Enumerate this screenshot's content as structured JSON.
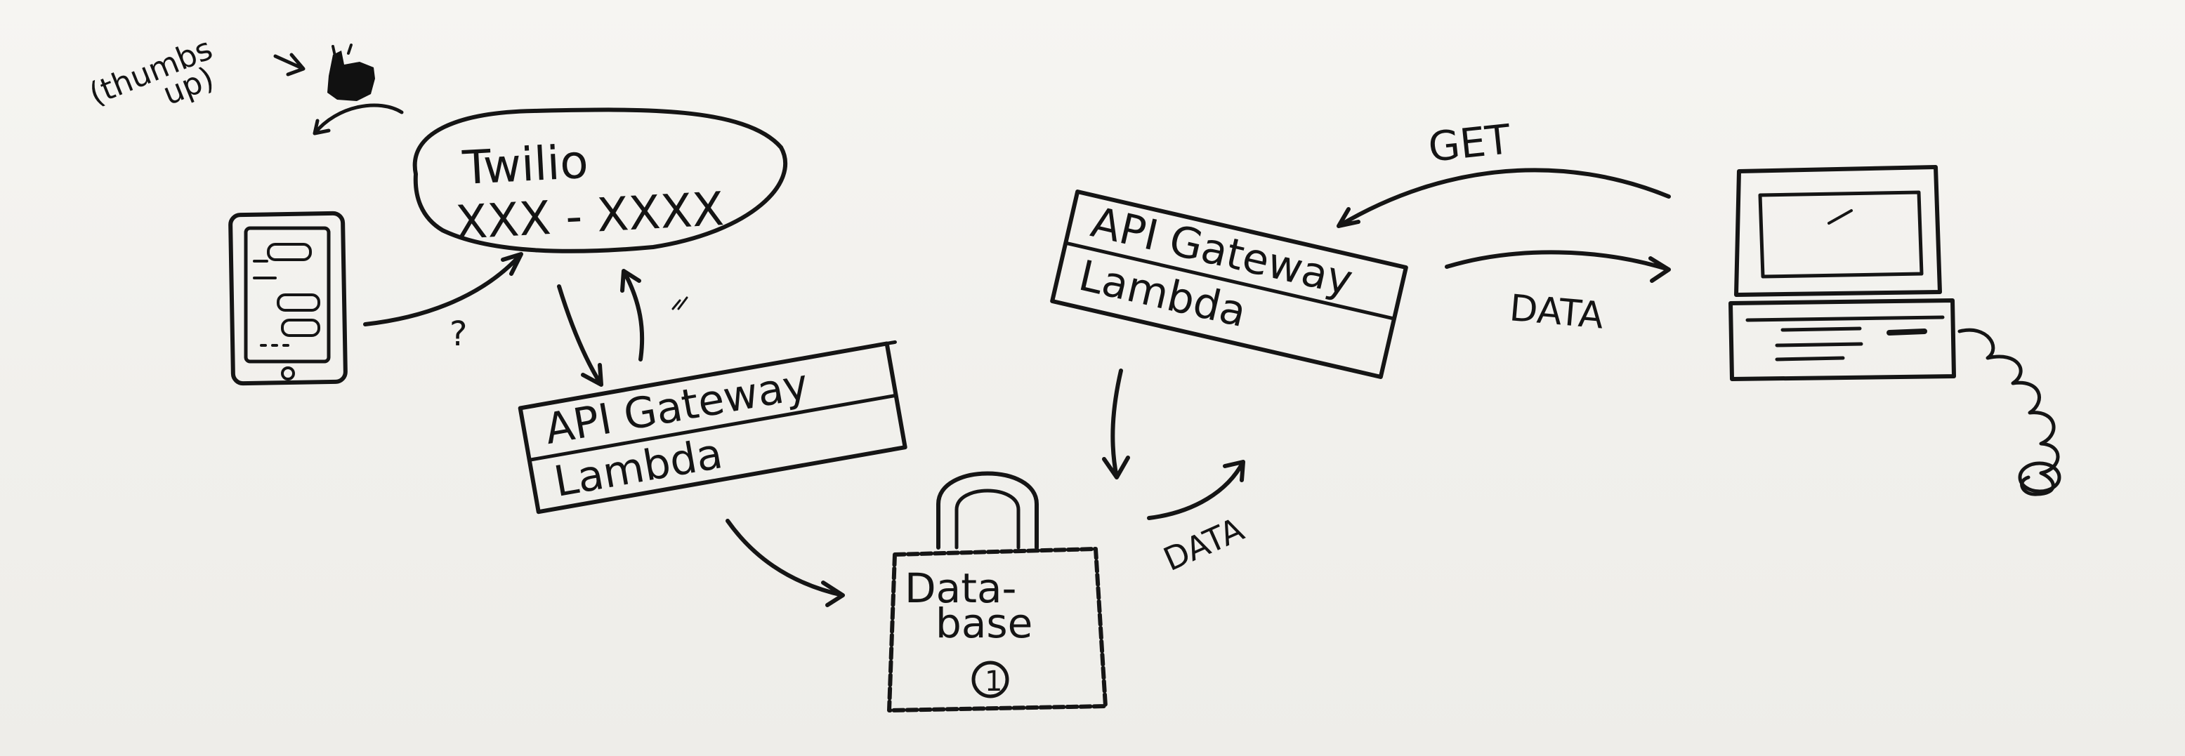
{
  "annotations": {
    "thumbs_line1": "(thumbs",
    "thumbs_line2": "up)",
    "question": "?"
  },
  "twilio": {
    "name": "Twilio",
    "number": "XXX - XXXX"
  },
  "gateway_left": {
    "top": "API Gateway",
    "bottom": "Lambda"
  },
  "gateway_right": {
    "top": "API Gateway",
    "bottom": "Lambda"
  },
  "database": {
    "line1": "Data-",
    "line2": "base",
    "badge": "1"
  },
  "flow_labels": {
    "get": "GET",
    "data_right": "DATA",
    "data_bottom": "DATA"
  },
  "icons": [
    "thumbs-up-icon",
    "phone-icon",
    "database-lock-icon",
    "computer-icon"
  ],
  "colors": {
    "ink": "#151515",
    "paper": "#f3f2ef"
  }
}
